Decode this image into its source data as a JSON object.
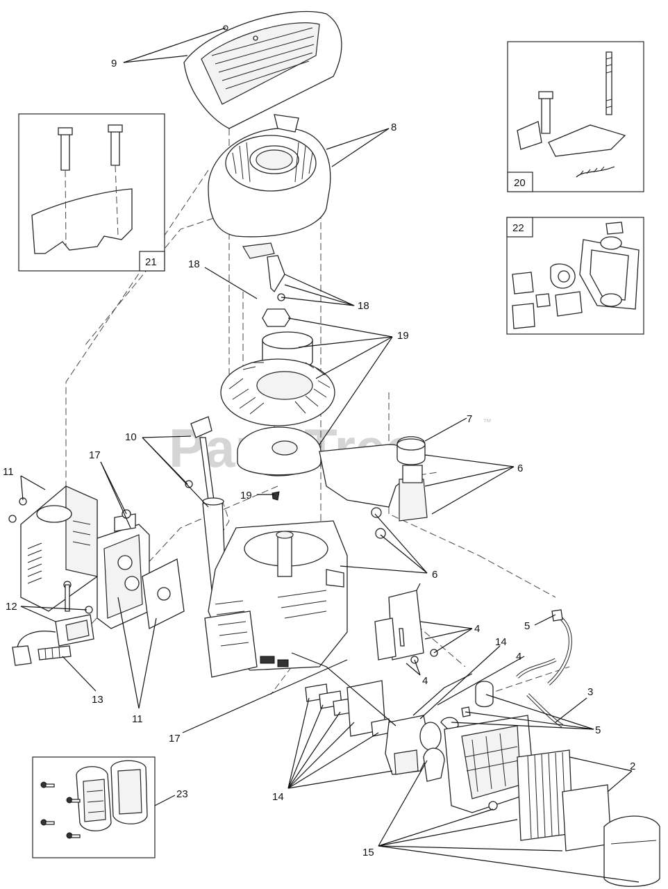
{
  "watermark": {
    "text": "PartsTree",
    "trademark": "™"
  },
  "callouts": {
    "c2": "2",
    "c3": "3",
    "c4a": "4",
    "c4b": "4",
    "c4c": "4",
    "c5a": "5",
    "c5b": "5",
    "c6a": "6",
    "c6b": "6",
    "c7": "7",
    "c8": "8",
    "c9": "9",
    "c10": "10",
    "c11a": "11",
    "c11b": "11",
    "c12": "12",
    "c13": "13",
    "c14a": "14",
    "c14b": "14",
    "c15": "15",
    "c17a": "17",
    "c17b": "17",
    "c18a": "18",
    "c18b": "18",
    "c19a": "19",
    "c19b": "19"
  },
  "insets": {
    "i20": "20",
    "i21": "21",
    "i22": "22",
    "i23": "23"
  }
}
